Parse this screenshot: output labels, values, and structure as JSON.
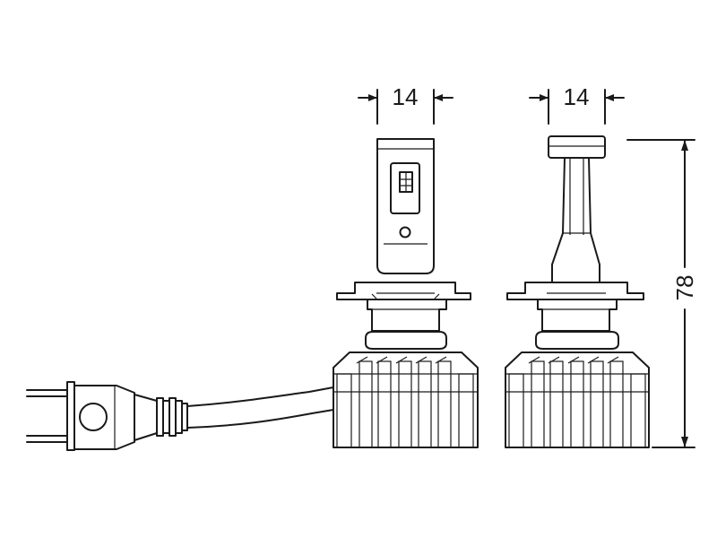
{
  "dimensions": {
    "left_bulb_width": "14",
    "right_bulb_width": "14",
    "overall_height": "78"
  }
}
